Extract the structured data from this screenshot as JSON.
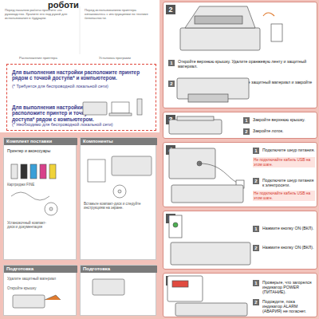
{
  "diagram": {
    "title": "роботи",
    "nodes": [
      {
        "text": [
          "Для выполнения настройки расположите принтер рядом с точкой доступа* и компьютером.",
          "(* Требуется для беспроводной локальной сети)",
          "Для выполнения настройки расположите принтер и точку доступа* рядом с компьютером.",
          "(* Необходимо для беспроводной локальной сети)"
        ]
      },
      {
        "text": [
          "Комплект поставки",
          "Принтер и аксессуары",
          "Картриджи FINE",
          "Установочный компакт-диск и документация"
        ]
      },
      {
        "text": [
          "Компоненты",
          "Вставьте компакт-диск и следуйте инструкциям на экране."
        ]
      },
      {
        "text": [
          "Подготовка",
          "Удалите защитный материал",
          "Откройте крышку"
        ]
      },
      {
        "text": [
          "Подготовка"
        ]
      },
      {
        "text": [
          "2",
          "1",
          "Откройте верхнюю крышку. Удалите оранжевую ленту и защитный материал.",
          "2",
          "Откройте крышку кассеты. Извлеките защитный материал и закройте кассету."
        ]
      },
      {
        "text": [
          "3",
          "1",
          "Закройте верхнюю крышку.",
          "2",
          "Закройте лоток."
        ]
      },
      {
        "text": [
          "4",
          "1",
          "Подключите шнур питания.",
          "Не подключайте кабель USB на этом шаге.",
          "2",
          "Подключите шнур питания к электросети.",
          "Не подключайте кабель USB на этом шаге."
        ]
      },
      {
        "text": [
          "5",
          "1",
          "Нажмите кнопку ON (ВКЛ).",
          "2",
          "Нажмите кнопку ON (ВКЛ)."
        ]
      },
      {
        "text": [
          "6",
          "1",
          "Проверьте, что загорелся индикатор POWER (ПИТАНИЕ).",
          "2",
          "Подождите, пока индикатор ALARM (АВАРИЯ) не погаснет."
        ]
      }
    ],
    "labels": [
      "Перед началом работы прочтите это руководство. Храните его под рукой для использования в будущем.",
      "Перед использованием принтера ознакомьтесь с инструкциями по технике безопасности.",
      "Расположение принтера",
      "Установка программ"
    ]
  }
}
